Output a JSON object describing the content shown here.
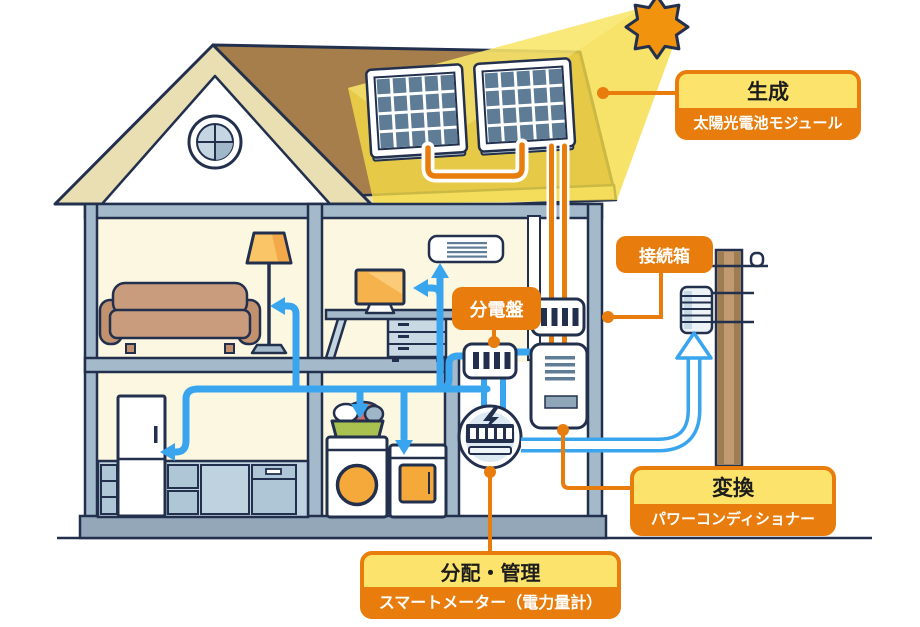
{
  "callouts": {
    "generation": {
      "title": "生成",
      "subtitle": "太陽光電池モジュール"
    },
    "junction_box": {
      "title": "接続箱"
    },
    "distribution_board": {
      "title": "分電盤"
    },
    "conversion": {
      "title": "変換",
      "subtitle": "パワーコンディショナー"
    },
    "distribution_management": {
      "title": "分配・管理",
      "subtitle": "スマートメーター（電力量計）"
    }
  },
  "colors": {
    "accent_orange": "#E87D0D",
    "label_yellow": "#FCE36B",
    "cable_blue": "#3AA5EF",
    "roof_brown": "#A67E4B",
    "frame_blue_gray": "#A4BACB",
    "room_cream": "#FCF7E0",
    "outline_navy": "#22304E",
    "sun_orange": "#F2930D",
    "beam_yellow": "#F6DC45"
  },
  "icons": [
    "sun-icon",
    "solar-panel",
    "junction-box",
    "power-conditioner",
    "distribution-board",
    "smart-meter",
    "utility-pole",
    "pole-transformer"
  ]
}
